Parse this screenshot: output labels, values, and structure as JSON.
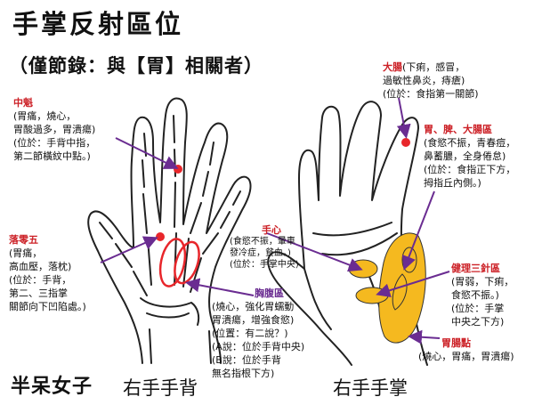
{
  "title": "手掌反射區位",
  "subtitle": "（僅節錄：與【胃】相關者）",
  "logo": "半呆女子",
  "captions": {
    "back": "右手手背",
    "palm": "右手手掌"
  },
  "labels": {
    "zhongkui": {
      "name": "中魁",
      "l1": "(胃痛，燒心，",
      "l2": "胃酸過多，胃潰瘍)",
      "l3": "(位於：手背中指，",
      "l4": "第二節橫紋中點。)"
    },
    "luolingwu": {
      "name": "落零五",
      "l1": "(胃痛，",
      "l2": "高血壓，落枕)",
      "l3": "(位於：手背，",
      "l4": "第二、三指掌",
      "l5": "關節向下凹陷處。)"
    },
    "xiongfu": {
      "name": "胸腹區",
      "l1": "(燒心，強化胃蠕動",
      "l2": "胃潰瘍，增強食慾)",
      "l3": "(位置：有二說？)",
      "l4": "(A說：位於手背中央)",
      "l5": "(B說：位於手背",
      "l6": "無名指根下方)"
    },
    "dachang": {
      "name": "大腸",
      "l1": "(下痢，感冒，",
      "l2": "過敏性鼻炎，痔瘡)",
      "l3": "(位於：食指第一關節)"
    },
    "weipi": {
      "name": "胃、脾、大腸區",
      "l1": "(食慾不振，青春痘，",
      "l2": "鼻蓄膿，全身倦怠)",
      "l3": "(位於：食指正下方，",
      "l4": "拇指丘內側。)"
    },
    "shouxin": {
      "name": "手心",
      "l1": "(食慾不振，暈車",
      "l2": "發冷症，貧血。)",
      "l3": "(位於：手掌中央)"
    },
    "jianjian": {
      "name": "健理三針區",
      "l1": "(胃弱，下痢，",
      "l2": "食慾不振。)",
      "l3": "(位於：手掌",
      "l4": "中央之下方)"
    },
    "weichang": {
      "name": "胃腸點",
      "l1": "(燒心，胃痛，胃潰瘍)"
    }
  },
  "colors": {
    "marker_red": "#e8262b",
    "arrow_purple": "#6a2c91",
    "zone_orange": "#f5b91f"
  }
}
